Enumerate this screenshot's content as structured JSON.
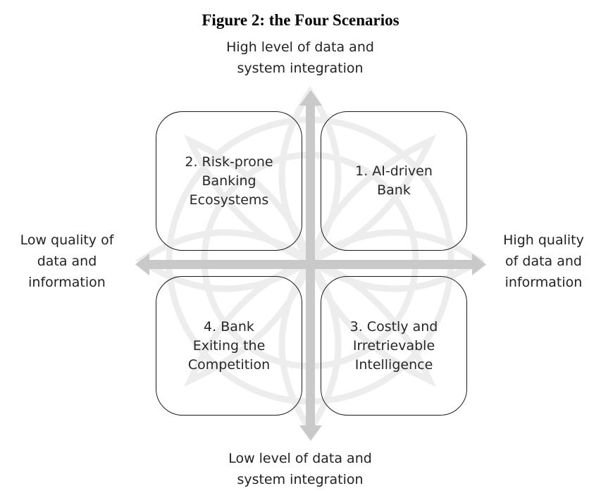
{
  "figure": {
    "title": "Figure 2: the Four Scenarios"
  },
  "axes": {
    "top": [
      "High level of data and",
      "system integration"
    ],
    "bottom": [
      "Low level of data and",
      "system integration"
    ],
    "left": [
      "Low quality of",
      "data and",
      "information"
    ],
    "right": [
      "High quality",
      "of data and",
      "information"
    ]
  },
  "quadrants": {
    "top_left": [
      "2. Risk-prone",
      "Banking",
      "Ecosystems"
    ],
    "top_right": [
      "1. AI-driven",
      "Bank"
    ],
    "bottom_left": [
      "4. Bank",
      "Exiting the",
      "Competition"
    ],
    "bottom_right": [
      "3. Costly and",
      "Irretrievable",
      "Intelligence"
    ]
  },
  "colors": {
    "arrow": "#c9c9c9",
    "box_border": "#1a1a1a",
    "watermark": "#eaeaea"
  }
}
